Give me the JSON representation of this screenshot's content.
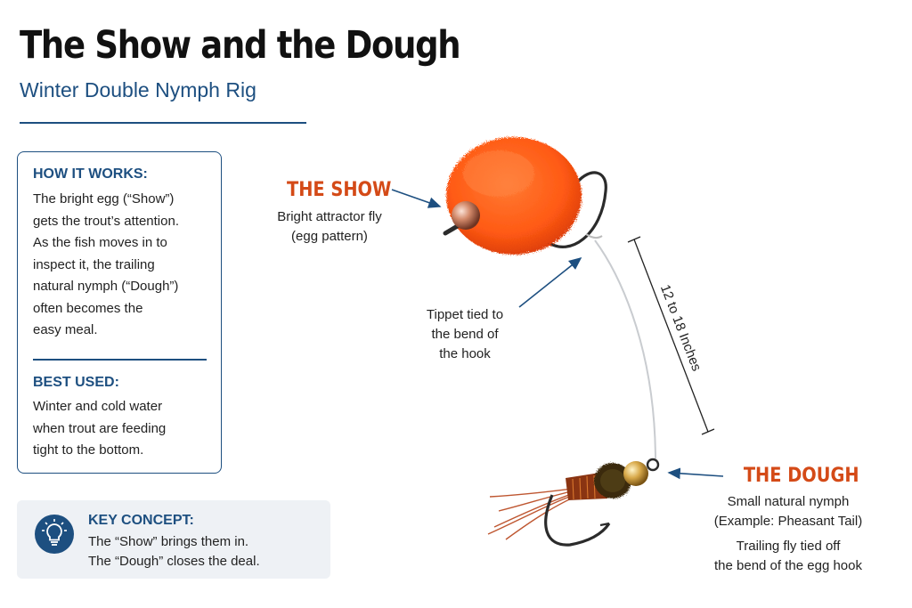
{
  "title": "The Show and the Dough",
  "subtitle": "Winter Double Nymph Rig",
  "info": {
    "how_heading": "HOW IT WORKS:",
    "how_lines": [
      "The bright egg (“Show”)",
      "gets the trout’s attention.",
      "As the fish moves in to",
      "inspect it, the trailing",
      "natural nymph (“Dough”)",
      "often becomes the",
      "easy meal."
    ],
    "best_heading": "BEST USED:",
    "best_lines": [
      "Winter and cold water",
      "when trout are feeding",
      "tight to the bottom."
    ]
  },
  "key_concept": {
    "heading": "KEY CONCEPT:",
    "line1": "The “Show” brings them in.",
    "line2": "The “Dough” closes the deal."
  },
  "show": {
    "title": "THE SHOW",
    "line1": "Bright attractor fly",
    "line2": "(egg pattern)"
  },
  "tippet": {
    "line1": "Tippet tied to",
    "line2": "the bend of",
    "line3": "the hook"
  },
  "length_label": "12 to 18 Inches",
  "dough": {
    "title": "THE DOUGH",
    "line1": "Small natural nymph",
    "line2": "(Example: Pheasant Tail)",
    "line3": "Trailing fly tied off",
    "line4": "the bend of the egg hook"
  },
  "colors": {
    "navy": "#1d4f80",
    "accent_orange": "#d44a17",
    "egg_orange": "#ff5a14",
    "key_box_bg": "#eef1f5"
  },
  "icons": {
    "key_concept": "lightbulb-icon"
  }
}
